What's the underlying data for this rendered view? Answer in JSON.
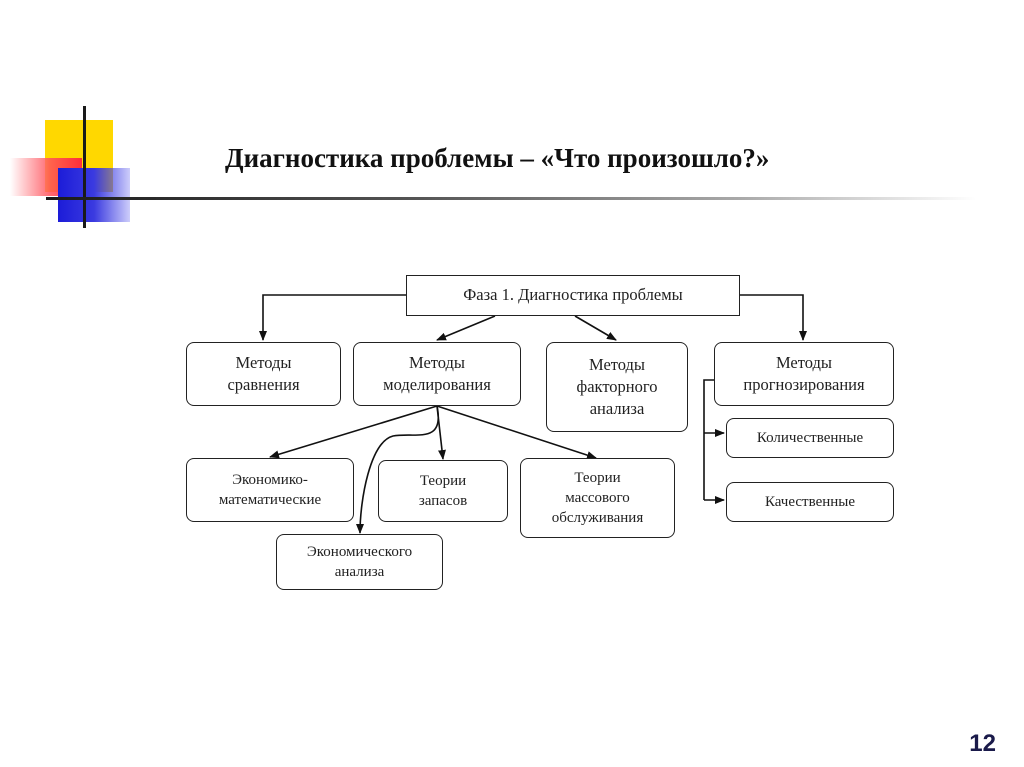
{
  "slide": {
    "title": "Диагностика проблемы – «Что произошло?»",
    "page_number": "12"
  },
  "diagram": {
    "root": "Фаза 1. Диагностика проблемы",
    "methods": {
      "comparison": "Методы\nсравнения",
      "modeling": "Методы\nмоделирования",
      "factor": "Методы\nфакторного\nанализа",
      "forecasting": "Методы\nпрогнозирования"
    },
    "modeling_children": {
      "econ_math": "Экономико-\nматематические",
      "inventory": "Теории\nзапасов",
      "queueing": "Теории\nмассового\nобслуживания",
      "econ_analysis": "Экономического\nанализа"
    },
    "forecasting_children": {
      "quantitative": "Количественные",
      "qualitative": "Качественные"
    }
  }
}
